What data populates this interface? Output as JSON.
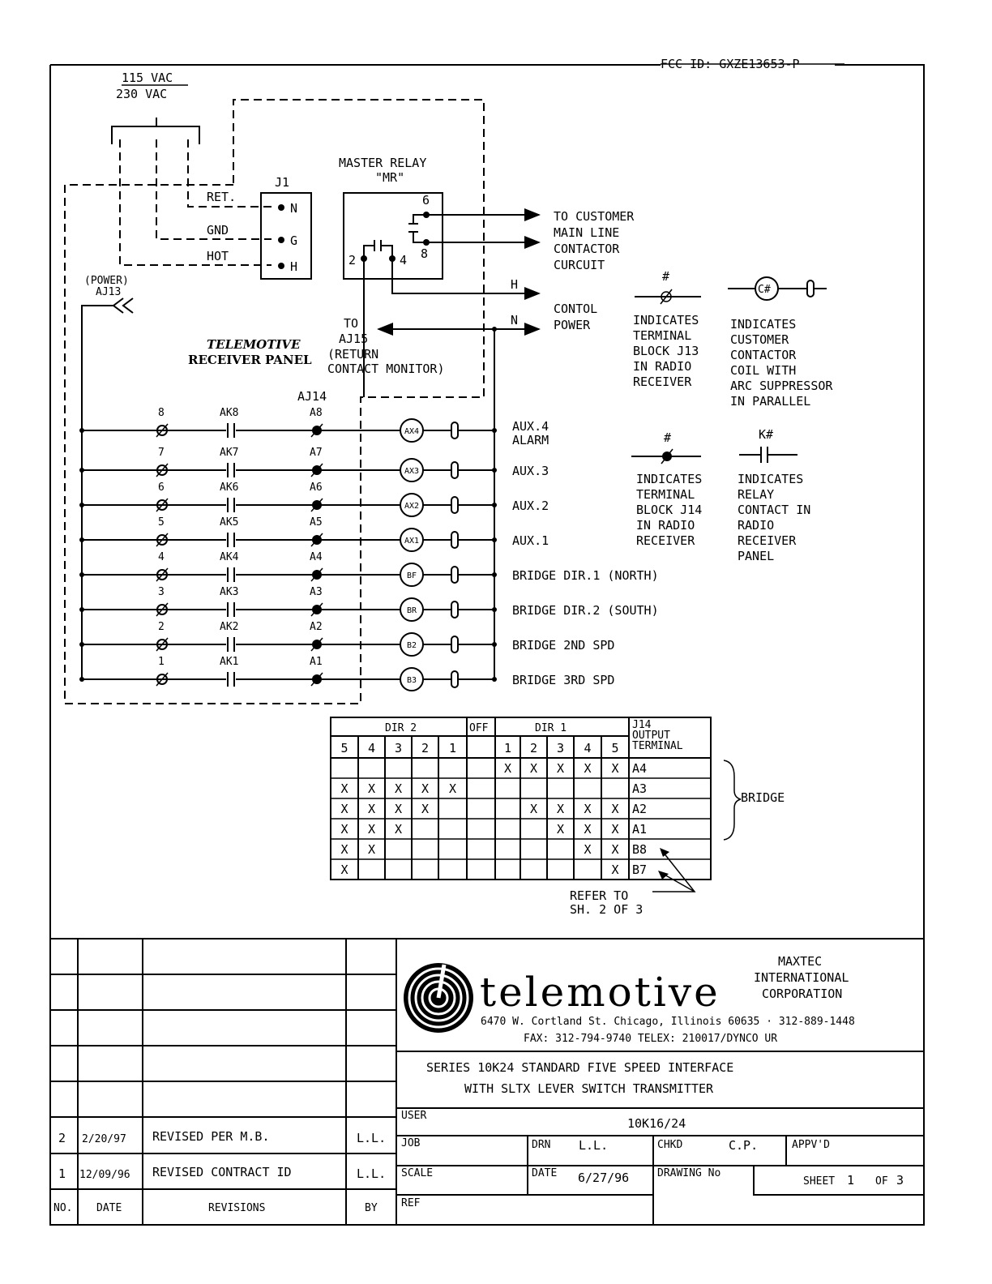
{
  "fcc_id": "FCC ID: GXZE13653-P",
  "power": {
    "top": "115 VAC",
    "bottom": "230 VAC"
  },
  "j1": {
    "label": "J1",
    "ret": "RET.",
    "gnd": "GND",
    "hot": "HOT",
    "pin_n": "N",
    "pin_g": "G",
    "pin_h": "H"
  },
  "master_relay": {
    "title": "MASTER RELAY",
    "abbr": "\"MR\"",
    "p6": "6",
    "p8": "8",
    "p2": "2",
    "p4": "4"
  },
  "outputs": {
    "customer": [
      "TO CUSTOMER",
      "MAIN LINE",
      "CONTACTOR",
      "CURCUIT"
    ],
    "h": "H",
    "n": "N",
    "control": [
      "CONTOL",
      "POWER"
    ],
    "to_aj15": [
      "TO",
      "AJ15",
      "(RETURN",
      "CONTACT MONITOR)"
    ]
  },
  "power_aj13": [
    "(POWER)",
    "AJ13"
  ],
  "panel": {
    "brand": "TELEMOTIVE",
    "label": "RECEIVER PANEL",
    "aj14": "AJ14"
  },
  "rows": [
    {
      "num": "8",
      "ak": "AK8",
      "a": "A8",
      "coil": "AX4",
      "label": "AUX.4",
      "label2": "ALARM"
    },
    {
      "num": "7",
      "ak": "AK7",
      "a": "A7",
      "coil": "AX3",
      "label": "AUX.3",
      "label2": ""
    },
    {
      "num": "6",
      "ak": "AK6",
      "a": "A6",
      "coil": "AX2",
      "label": "AUX.2",
      "label2": ""
    },
    {
      "num": "5",
      "ak": "AK5",
      "a": "A5",
      "coil": "AX1",
      "label": "AUX.1",
      "label2": ""
    },
    {
      "num": "4",
      "ak": "AK4",
      "a": "A4",
      "coil": "BF",
      "label": "BRIDGE DIR.1 (NORTH)",
      "label2": ""
    },
    {
      "num": "3",
      "ak": "AK3",
      "a": "A3",
      "coil": "BR",
      "label": "BRIDGE DIR.2 (SOUTH)",
      "label2": ""
    },
    {
      "num": "2",
      "ak": "AK2",
      "a": "A2",
      "coil": "B2",
      "label": "BRIDGE 2ND SPD",
      "label2": ""
    },
    {
      "num": "1",
      "ak": "AK1",
      "a": "A1",
      "coil": "B3",
      "label": "BRIDGE 3RD SPD",
      "label2": ""
    }
  ],
  "legend": {
    "j13": {
      "sym": "#",
      "lines": [
        "INDICATES",
        "TERMINAL",
        "BLOCK J13",
        "IN RADIO",
        "RECEIVER"
      ]
    },
    "coil": {
      "sym": "C#",
      "lines": [
        "INDICATES",
        "CUSTOMER",
        "CONTACTOR",
        "COIL WITH",
        "ARC SUPPRESSOR",
        "IN PARALLEL"
      ]
    },
    "j14": {
      "sym": "#",
      "lines": [
        "INDICATES",
        "TERMINAL",
        "BLOCK J14",
        "IN RADIO",
        "RECEIVER"
      ]
    },
    "relay": {
      "sym": "K#",
      "lines": [
        "INDICATES",
        "RELAY",
        "CONTACT IN",
        "RADIO",
        "RECEIVER",
        "PANEL"
      ]
    }
  },
  "table": {
    "dir2": "DIR 2",
    "off": "OFF",
    "dir1": "DIR 1",
    "j14_head": [
      "J14",
      "OUTPUT",
      "TERMINAL"
    ],
    "positions": [
      "5",
      "4",
      "3",
      "2",
      "1",
      "",
      "1",
      "2",
      "3",
      "4",
      "5"
    ],
    "rows": [
      {
        "term": "A4",
        "marks": [
          "",
          "",
          "",
          "",
          "",
          "",
          "X",
          "X",
          "X",
          "X",
          "X"
        ]
      },
      {
        "term": "A3",
        "marks": [
          "X",
          "X",
          "X",
          "X",
          "X",
          "",
          "",
          "",
          "",
          "",
          ""
        ]
      },
      {
        "term": "A2",
        "marks": [
          "X",
          "X",
          "X",
          "X",
          "",
          "",
          "",
          "X",
          "X",
          "X",
          "X"
        ]
      },
      {
        "term": "A1",
        "marks": [
          "X",
          "X",
          "X",
          "",
          "",
          "",
          "",
          "",
          "X",
          "X",
          "X"
        ]
      },
      {
        "term": "B8",
        "marks": [
          "X",
          "X",
          "",
          "",
          "",
          "",
          "",
          "",
          "",
          "X",
          "X"
        ]
      },
      {
        "term": "B7",
        "marks": [
          "X",
          "",
          "",
          "",
          "",
          "",
          "",
          "",
          "",
          "",
          "X"
        ]
      }
    ],
    "bridge": "BRIDGE",
    "refer": [
      "REFER TO",
      "SH. 2 OF 3"
    ]
  },
  "title_block": {
    "company": "telemotive",
    "corp": [
      "MAXTEC",
      "INTERNATIONAL",
      "CORPORATION"
    ],
    "address": "6470 W. Cortland St.  Chicago, Illinois 60635 · 312-889-1448",
    "fax": "FAX: 312-794-9740      TELEX: 210017/DYNCO UR",
    "title1": "SERIES 10K24 STANDARD FIVE SPEED INTERFACE",
    "title2": "WITH SLTX LEVER SWITCH TRANSMITTER",
    "user_label": "USER",
    "user_value": "10K16/24",
    "job_label": "JOB",
    "drn_label": "DRN",
    "drn_value": "L.L.",
    "chkd_label": "CHKD",
    "chkd_value": "C.P.",
    "appvd_label": "APPV'D",
    "scale_label": "SCALE",
    "date_label": "DATE",
    "date_value": "6/27/96",
    "drawing_label": "DRAWING No",
    "sheet_label": "SHEET",
    "sheet_value": "1",
    "of_label": "OF",
    "of_value": "3",
    "ref_label": "REF"
  },
  "revisions": {
    "rows": [
      {
        "no": "2",
        "date": "2/20/97",
        "text": "REVISED PER M.B.",
        "by": "L.L."
      },
      {
        "no": "1",
        "date": "12/09/96",
        "text": "REVISED CONTRACT ID",
        "by": "L.L."
      }
    ],
    "head": {
      "no": "NO.",
      "date": "DATE",
      "text": "REVISIONS",
      "by": "BY"
    }
  }
}
